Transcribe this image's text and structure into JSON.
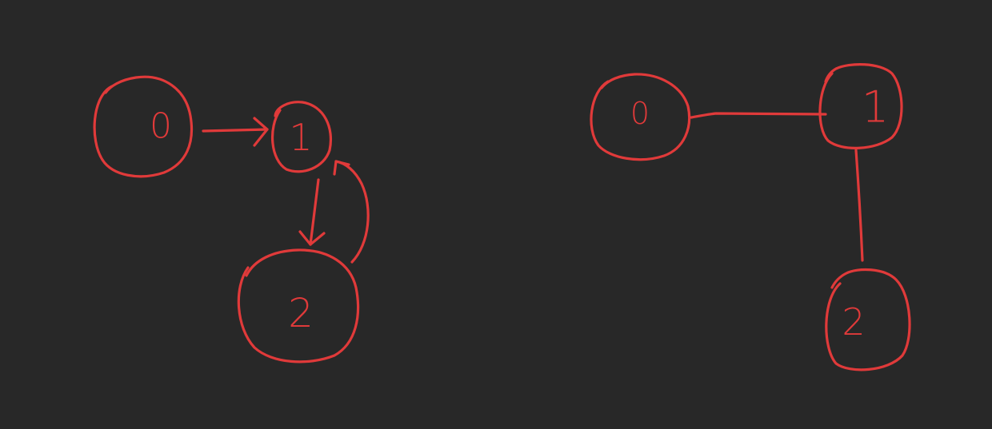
{
  "ink_color": "#e03a3a",
  "background": "#282828",
  "directed_graph": {
    "nodes": [
      {
        "id": "0",
        "label": "0"
      },
      {
        "id": "1",
        "label": "1"
      },
      {
        "id": "2",
        "label": "2"
      }
    ],
    "edges": [
      {
        "from": "0",
        "to": "1",
        "directed": true
      },
      {
        "from": "1",
        "to": "2",
        "directed": true
      },
      {
        "from": "2",
        "to": "1",
        "directed": true
      }
    ]
  },
  "undirected_graph": {
    "nodes": [
      {
        "id": "0",
        "label": "0"
      },
      {
        "id": "1",
        "label": "1"
      },
      {
        "id": "2",
        "label": "2"
      }
    ],
    "edges": [
      {
        "from": "0",
        "to": "1",
        "directed": false
      },
      {
        "from": "1",
        "to": "2",
        "directed": false
      }
    ]
  }
}
